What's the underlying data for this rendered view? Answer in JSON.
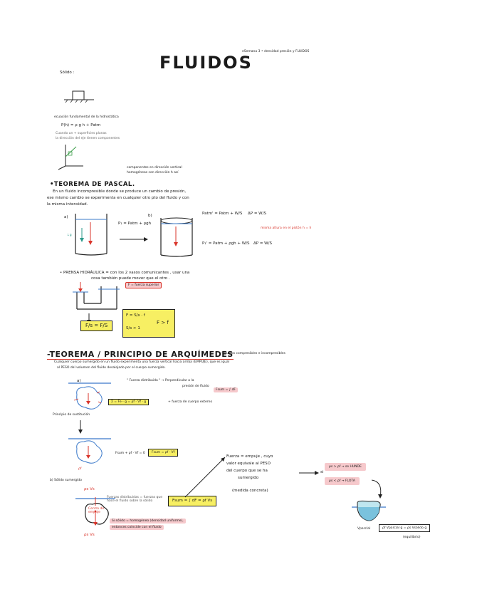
{
  "title": "FLUIDOS",
  "header_note": "eSemana 3 • densidad presión y FLUIDOS",
  "sections": {
    "solido": {
      "label": "Sólido :"
    },
    "ecuacion": {
      "heading": "ecuación fundamental de la hidrostática",
      "formula": "P(h) = ρ g h + Patm",
      "note1": "Cuando un + superficies planas",
      "note2": "la dirección del eje tienen componentes",
      "axes_note1": "componentes en dirección vertical",
      "axes_note2": "homogéneas con dirección h así"
    },
    "pascal": {
      "heading": "•TEOREMA DE PASCAL.",
      "text1": "En un fluido incompresible donde se produce un cambio de presión,",
      "text2": "ese mismo cambio se experimenta en cualquier otro pto del fluido y con",
      "text3": "la misma intensidad.",
      "case_a": "a)",
      "case_b": "b)",
      "eq_a": "P₁ = Patm + ρgh",
      "eq_b1": "Patm' = Patm + W/S",
      "eq_b1_delta": "ΔP = W/S",
      "eq_b2": "P₁' = Patm + ρgh + W/S",
      "eq_b2_delta": "ΔP = W/S",
      "red_note": "misma altura en el pistón h = h",
      "prensa_heading": "• PRENSA HIDRÁULICA = con los 2 vasos comunicantes , usar una",
      "prensa_heading2": "cosa también puede mover que el otro .",
      "prensa_label": "F = fuerza superior",
      "prensa_eq": "F/s = F/S",
      "prensa_eq2": "F = S/s · f",
      "prensa_eq3": "S/s > 1",
      "prensa_result": "F > f"
    },
    "arquimedes": {
      "heading": "-TEOREMA / PRINCIPIO DE ARQUÍMEDES",
      "heading_note": "→ fluidos compresibles e incompresibles",
      "text1": "Cualquier cuerpo sumergido en un fluido experimenta una fuerza vertical hacia arriba (EMPUJE), que es igual",
      "text2": "al PESO del volumen del fluido desalojado por el cuerpo sumergido.",
      "case_a": "a)",
      "fuerza_label": "\" Fuerza distribuida \" → Perpendicular a la",
      "fuerza_label2": "presión de fluido",
      "fsum": "Fsum = ∫ dF",
      "suma": "Σ = Fe - g = ρf · Vf · g",
      "suma_note": "+ fuerza de cuerpo externo",
      "principio_sust": "Principio de sustitución",
      "eq_fluido": "Fsum + ρf · Vf = 0",
      "eq_fluido_box": "Fsum = ρf · Vf",
      "rho_label": "ρf",
      "case_b": "b) Sólido sumergido",
      "rho_vs": "ρs Vs",
      "fsum_box": "Fsum = ∫ dF = ρf Vs",
      "solid_note": "Fuerzas distribuidas = fuerzas que hace el fluido sobre la sólido",
      "centro": "Centro de empuje",
      "pink_note1": "Si sólido = homogéneo (densidad uniforme),",
      "pink_note2": "entonces coincide con el fluido",
      "rho_vs2": "ρs Vs",
      "empuje1": "Fuerza = empuje , cuyo",
      "empuje2": "valor equivale al PESO",
      "empuje3": "del cuerpo que se ha",
      "empuje4": "sumergido",
      "empuje5": "(medida concreta)",
      "si": "si",
      "cond1": "ρs > ρf → se HUNDE",
      "cond2": "ρs < ρf → FLOTA",
      "vparcial": "Vparcial",
      "flota_eq": "ρf Vparcial g = ρs Vsólido g",
      "flota_note": "(equilibrio)"
    }
  },
  "colors": {
    "yellow": "#f7ef63",
    "pink": "#f6c9cc",
    "red": "#d9352b",
    "blue": "#3a78c9",
    "teal": "#2a9a8a",
    "green": "#3c9d4a"
  }
}
